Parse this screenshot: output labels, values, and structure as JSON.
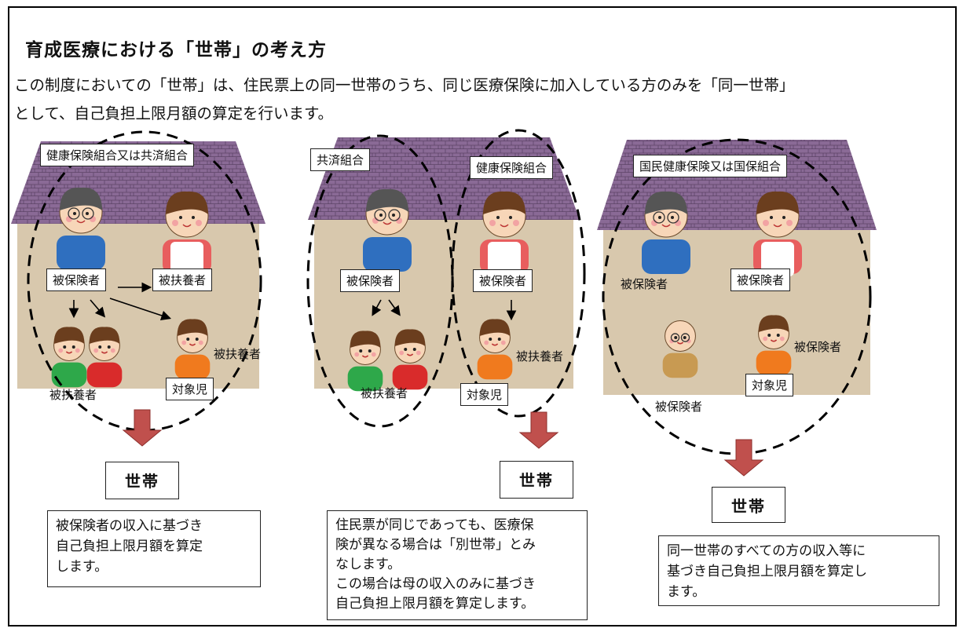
{
  "title": "育成医療における「世帯」の考え方",
  "intro": {
    "line1": "この制度においての「世帯」は、住民票上の同一世帯のうち、同じ医療保険に加入している方のみを「同一世帯」",
    "line2": "として、自己負担上限月額の算定を行います。"
  },
  "scenario1": {
    "group_label": "健康保険組合又は共済組合",
    "father_label": "被保険者",
    "mother_label": "被扶養者",
    "children_label": "被扶養者",
    "girl_label": "被扶養者",
    "target_label": "対象児",
    "result_label": "世帯",
    "note": [
      "被保険者の収入に基づき",
      "自己負担上限月額を算定",
      "します。"
    ]
  },
  "scenario2": {
    "group_label_left": "共済組合",
    "group_label_right": "健康保険組合",
    "father_label": "被保険者",
    "mother_label": "被保険者",
    "children_label": "被扶養者",
    "girl_label": "被扶養者",
    "target_label": "対象児",
    "result_label": "世帯",
    "note": [
      "住民票が同じであっても、医療保",
      "険が異なる場合は「別世帯」とみ",
      "なします。",
      "この場合は母の収入のみに基づき",
      "自己負担上限月額を算定します。"
    ]
  },
  "scenario3": {
    "group_label": "国民健康保険又は国保組合",
    "father_label": "被保険者",
    "mother_label": "被保険者",
    "grandpa_label": "被保険者",
    "girl_label": "被保険者",
    "target_label": "対象児",
    "result_label": "世帯",
    "note": [
      "同一世帯のすべての方の収入等に",
      "基づき自己負担上限月額を算定し",
      "ます。"
    ]
  },
  "colors": {
    "roof": "#8a6a96",
    "wall": "#d8c8ad",
    "arrow": "#c0504d",
    "shirt_blue": "#2f6fbf",
    "shirt_green": "#2ea84a",
    "shirt_red": "#d92b2b",
    "shirt_orange": "#f07a1e"
  }
}
